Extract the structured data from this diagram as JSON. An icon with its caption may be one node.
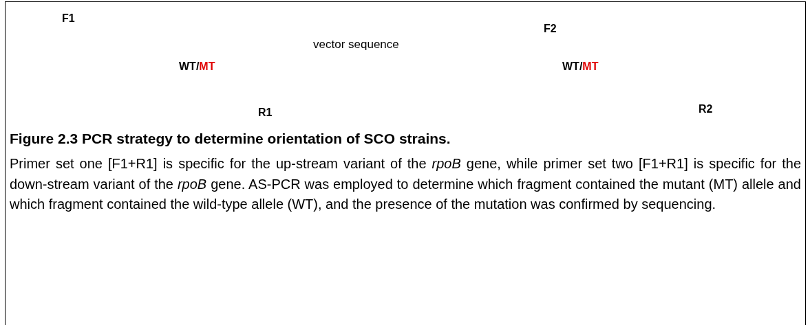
{
  "diagram": {
    "title": "Figure 2.3 PCR strategy to determine orientation of SCO strains.",
    "caption": "Primer set one [F1+R1] is specific for the up-stream variant of the *rpoB* gene, while primer set two [F1+R1] is specific for the down-stream variant of the *rpoB* gene. AS-PCR was employed to determine which fragment contained the mutant (MT) allele and which fragment contained the wild-type allele (WT), and the presence of the mutation was confirmed by sequencing.",
    "labels": [
      "F1",
      "F2",
      "vector sequence",
      "WT/MT",
      "WT/MT",
      "R1",
      "R2"
    ]
  }
}
